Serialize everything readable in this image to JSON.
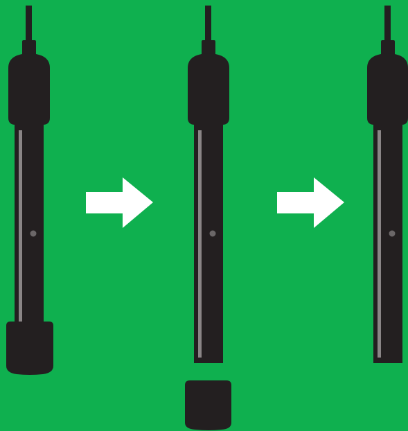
{
  "diagram": {
    "background_color": "#0fb04f",
    "probe_color": "#231f20",
    "stripe_color": "#8a8586",
    "dot_color": "#6b6768",
    "arrow_color": "#ffffff",
    "steps": [
      {
        "name": "probe-with-cap-on",
        "cap": "attached"
      },
      {
        "name": "cap-removed",
        "cap": "detached"
      },
      {
        "name": "probe-without-cap",
        "cap": "none"
      }
    ],
    "arrows": [
      {
        "name": "step-arrow-1",
        "icon": "right-arrow-icon"
      },
      {
        "name": "step-arrow-2",
        "icon": "right-arrow-icon"
      }
    ]
  }
}
